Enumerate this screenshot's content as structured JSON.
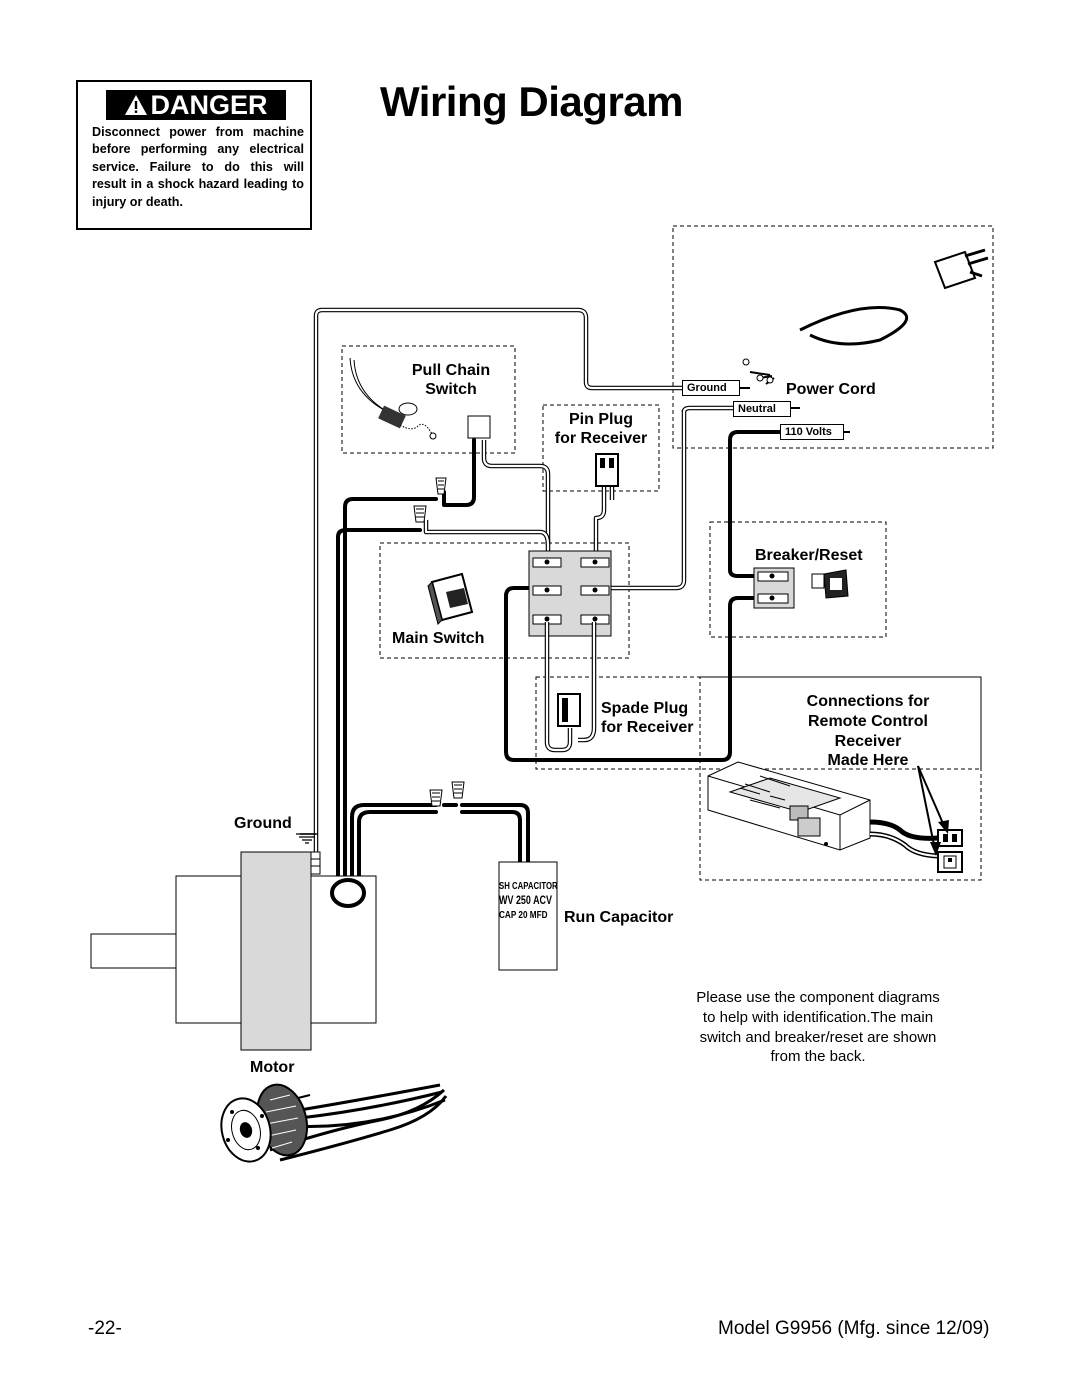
{
  "danger": {
    "label": "DANGER",
    "text": "Disconnect power from machine before performing any electrical service. Failure to do this will result in a shock hazard leading to injury or death."
  },
  "title": "Wiring Diagram",
  "labels": {
    "pull_chain_switch_1": "Pull Chain",
    "pull_chain_switch_2": "Switch",
    "pin_plug_1": "Pin Plug",
    "pin_plug_2": "for Receiver",
    "power_cord": "Power Cord",
    "ground_tag": "Ground",
    "neutral_tag": "Neutral",
    "volts_tag": "110 Volts",
    "breaker_reset": "Breaker/Reset",
    "main_switch": "Main Switch",
    "spade_plug_1": "Spade Plug",
    "spade_plug_2": "for Receiver",
    "connections_1": "Connections for",
    "connections_2": "Remote Control",
    "connections_3": "Receiver",
    "connections_4": "Made Here",
    "ground": "Ground",
    "run_capacitor": "Run Capacitor",
    "motor": "Motor"
  },
  "capacitor": {
    "line1": "SH CAPACITOR",
    "line2": "WV 250 ACV",
    "line3": "CAP 20 MFD"
  },
  "note": "Please use the component diagrams to help with identification.The main switch and breaker/reset are shown from the back.",
  "footer": {
    "page": "-22-",
    "model": "Model G9956 (Mfg. since 12/09)"
  }
}
